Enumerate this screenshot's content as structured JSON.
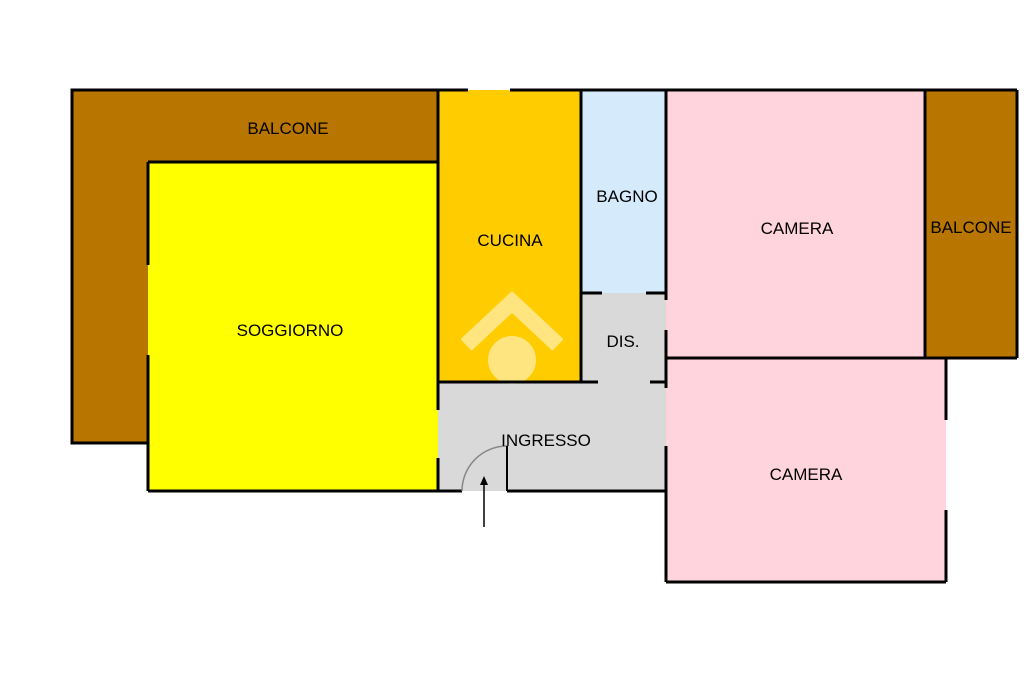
{
  "colors": {
    "balcone": "#b87600",
    "soggiorno": "#ffff00",
    "cucina": "#ffcc00",
    "bagno": "#d5ebfb",
    "camera": "#ffd4dd",
    "service": "#d9d9d9",
    "wall": "#000000"
  },
  "rooms": {
    "balcone_left": "BALCONE",
    "soggiorno": "SOGGIORNO",
    "cucina": "CUCINA",
    "bagno": "BAGNO",
    "dis": "DIS.",
    "ingresso": "INGRESSO",
    "camera_top": "CAMERA",
    "balcone_right": "BALCONE",
    "camera_bottom": "CAMERA"
  },
  "watermark_icon": "house-logo-icon",
  "entrance_icon": "arrow-up-icon",
  "door_icon": "door-swing-icon"
}
